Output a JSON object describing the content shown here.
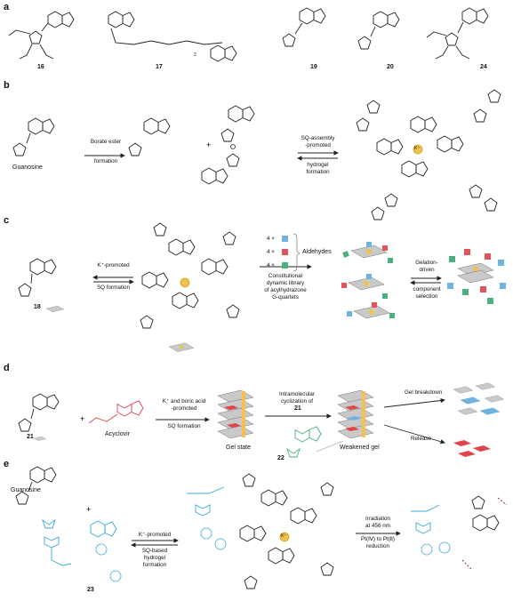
{
  "panels": {
    "a": "a",
    "b": "b",
    "c": "c",
    "d": "d",
    "e": "e"
  },
  "panel_a": {
    "compounds": [
      "16",
      "17",
      "19",
      "20",
      "24"
    ],
    "subscript": "2"
  },
  "panel_b": {
    "guanosine": "Guanosine",
    "borate_line1": "Borate ester",
    "borate_line2": "formation",
    "sq_line1": "SQ-assembly",
    "sq_line2": "-promoted",
    "hydrogel_line1": "hydrogel",
    "hydrogel_line2": "formation",
    "cation": "K⁺"
  },
  "panel_c": {
    "kpromoted_line1": "K⁺-promoted",
    "kpromoted_line2": "SQ formation",
    "compound": "18",
    "aldehyde_mult": [
      "4 ×",
      "4 ×",
      "4 ×"
    ],
    "aldehydes": "Aldehydes",
    "library_line1": "Constitutional",
    "library_line2": "dynamic library",
    "library_line3": "of acylhydrazone",
    "library_line4": "G-quartets",
    "gelation_line1": "Gelation-",
    "gelation_line2": "driven",
    "component_line1": "component",
    "component_line2": "selection",
    "colors": {
      "blue": "#6fb3e0",
      "red": "#e0555a",
      "green": "#4caf7d",
      "grey": "#b9b9b9",
      "gold": "#f2c14e"
    }
  },
  "panel_d": {
    "compound21": "21",
    "acyclovir": "Acyclovir",
    "k_boric_line1": "K⁺ and boric acid",
    "k_boric_line2": "-promoted",
    "k_boric_line3": "SQ formation",
    "gel_state": "Gel state",
    "intramol_line1": "Intramolecular",
    "intramol_line2": "cyclization of",
    "compound21b": "21",
    "weakened": "Weakened gel",
    "compound22": "22",
    "gel_breakdown": "Gel breakdown",
    "release": "Release",
    "acyclovir_color": "#e0454b"
  },
  "panel_e": {
    "guanosine": "Guanosine",
    "kpromoted": "K⁺-promoted",
    "sqbased": "SQ-based",
    "hydrogel": "hydrogel",
    "formation": "formation",
    "compound23": "23",
    "irr_line1": "Irradiation",
    "irr_line2": "at 456 nm",
    "irr_line3": "Pt(Ⅳ) to Pt(Ⅱ)",
    "irr_line4": "reduction",
    "cation": "K⁺",
    "blue": "#3aa6d8"
  }
}
